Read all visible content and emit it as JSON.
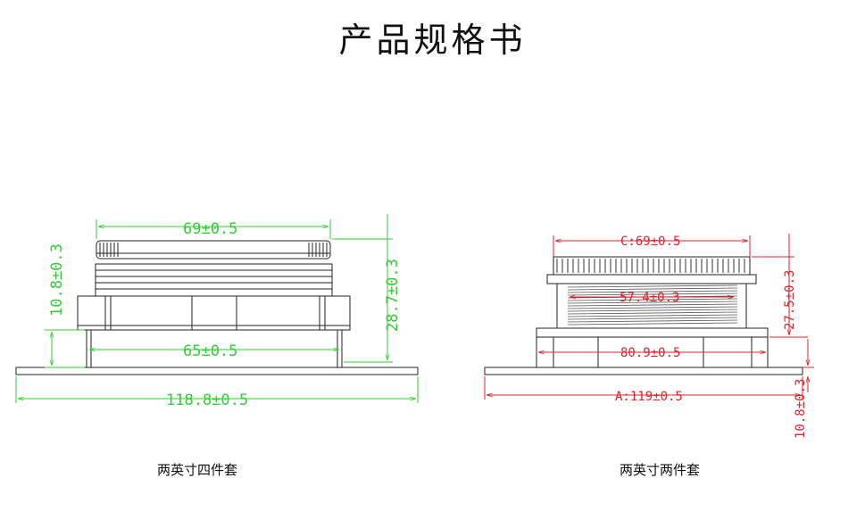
{
  "page": {
    "title": "产品规格书"
  },
  "left_drawing": {
    "caption": "两英寸四件套",
    "dims": {
      "top_width": "69±0.5",
      "inner_width": "65±0.5",
      "base_width": "118.8±0.5",
      "left_height": "10.8±0.3",
      "right_height": "28.7±0.3"
    },
    "colors": {
      "dimension": "#33cc33",
      "outline": "#222222"
    }
  },
  "right_drawing": {
    "caption": "两英寸两件套",
    "dims": {
      "cap_width": "C:69±0.5",
      "thread_width": "57.4±0.3",
      "mid_width": "80.9±0.5",
      "base_width": "A:119±0.5",
      "right_height_upper": "27.5±0.3",
      "right_height_lower": "10.8±0.3"
    },
    "colors": {
      "dimension": "#e0202a",
      "outline": "#222222"
    }
  }
}
